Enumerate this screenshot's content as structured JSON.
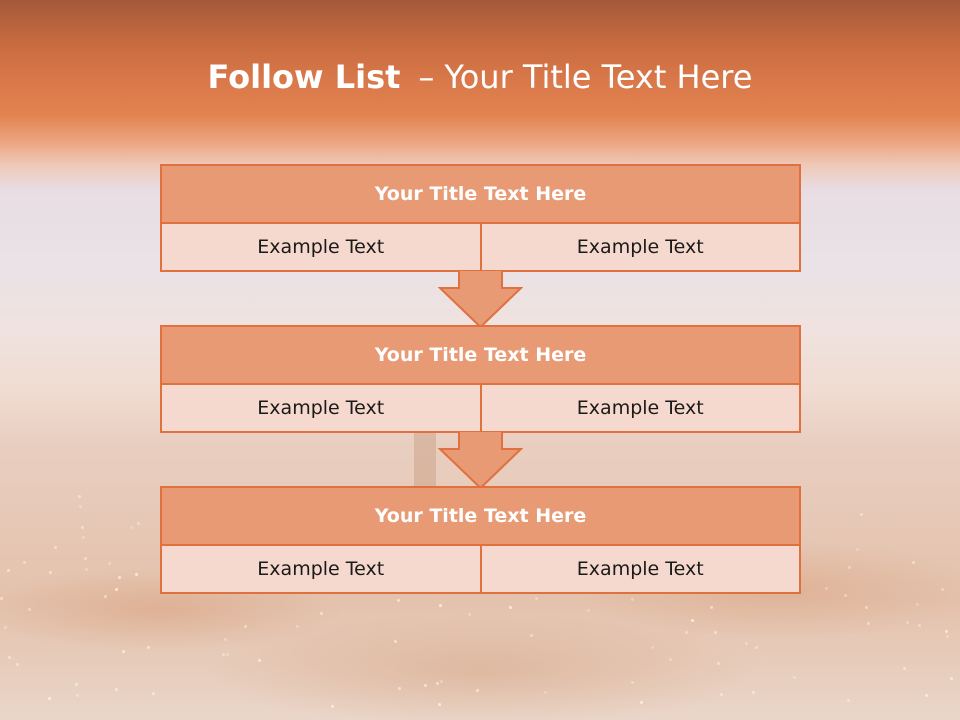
{
  "slide": {
    "title_bold": "Follow List",
    "title_separator": "–",
    "title_rest": "Your Title Text Here"
  },
  "blocks": [
    {
      "title": "Your Title Text Here",
      "left": "Example Text",
      "right": "Example Text"
    },
    {
      "title": "Your Title Text Here",
      "left": "Example Text",
      "right": "Example Text"
    },
    {
      "title": "Your Title Text Here",
      "left": "Example Text",
      "right": "Example Text"
    }
  ],
  "colors": {
    "accent": "#e0713f",
    "header_fill": "#e89a75",
    "cell_fill": "#f6d9ce",
    "arrow_fill": "#e89a75"
  },
  "icons": [
    "down-arrow-icon",
    "down-arrow-icon"
  ]
}
